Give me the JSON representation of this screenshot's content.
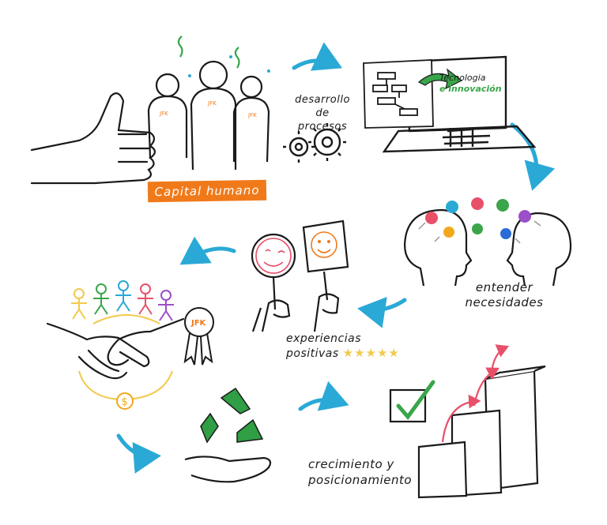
{
  "labels": {
    "capital_humano": "Capital humano",
    "desarrollo_line1": "desarrollo",
    "desarrollo_line2": "de procesos",
    "tecnologia_line1": "Tecnologia",
    "tecnologia_line2": "e innovación",
    "entender_line1": "entender",
    "entender_line2": "necesidades",
    "experiencias_line1": "experiencias",
    "experiencias_line2": "positivas",
    "stars": "★★★★★",
    "crecimiento_line1": "crecimiento y",
    "crecimiento_line2": "posicionamiento",
    "dollar": "$",
    "logo_text": "JFK"
  },
  "colors": {
    "arrow": "#2aa9d6",
    "orange": "#f07a1a",
    "green": "#3aa54a",
    "ink": "#1a1a1a",
    "gold": "#f2c94c",
    "pink": "#e8506a",
    "recycle": "#2f9e44"
  }
}
